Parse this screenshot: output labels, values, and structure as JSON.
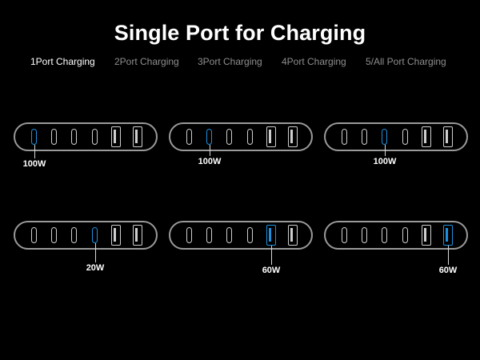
{
  "title": "Single Port for Charging",
  "tabs": [
    {
      "label": "1Port Charging",
      "active": true
    },
    {
      "label": "2Port Charging",
      "active": false
    },
    {
      "label": "3Port Charging",
      "active": false
    },
    {
      "label": "4Port Charging",
      "active": false
    },
    {
      "label": "5/All Port Charging",
      "active": false
    }
  ],
  "colors": {
    "active_port": "#1e90e0",
    "inactive_port": "#cfcfcf",
    "hub_outline": "#9a9a9a",
    "inactive_tab": "#8f8f8f"
  },
  "ports": [
    "usb-c",
    "usb-c",
    "usb-c",
    "usb-c",
    "usb-a",
    "usb-a"
  ],
  "configs": [
    {
      "active_port": 1,
      "watt": "100W"
    },
    {
      "active_port": 2,
      "watt": "100W"
    },
    {
      "active_port": 3,
      "watt": "100W"
    },
    {
      "active_port": 4,
      "watt": "20W"
    },
    {
      "active_port": 5,
      "watt": "60W"
    },
    {
      "active_port": 6,
      "watt": "60W"
    }
  ]
}
